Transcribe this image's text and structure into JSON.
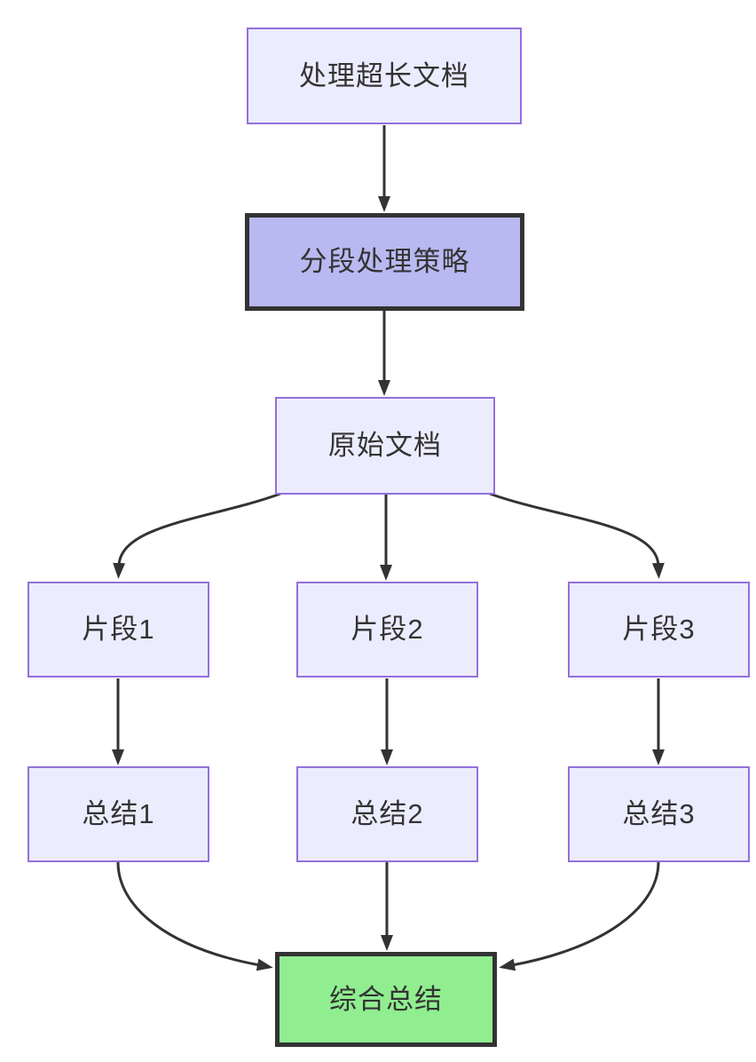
{
  "diagram": {
    "type": "flowchart",
    "direction": "top-down",
    "background": "#ffffff",
    "nodes": [
      {
        "id": "A",
        "label": "处理超长文档",
        "style": "default"
      },
      {
        "id": "B",
        "label": "分段处理策略",
        "style": "emphasis-purple"
      },
      {
        "id": "C",
        "label": "原始文档",
        "style": "default"
      },
      {
        "id": "D1",
        "label": "片段1",
        "style": "default"
      },
      {
        "id": "D2",
        "label": "片段2",
        "style": "default"
      },
      {
        "id": "D3",
        "label": "片段3",
        "style": "default"
      },
      {
        "id": "E1",
        "label": "总结1",
        "style": "default"
      },
      {
        "id": "E2",
        "label": "总结2",
        "style": "default"
      },
      {
        "id": "E3",
        "label": "总结3",
        "style": "default"
      },
      {
        "id": "F",
        "label": "综合总结",
        "style": "emphasis-green"
      }
    ],
    "edges": [
      {
        "from": "A",
        "to": "B"
      },
      {
        "from": "B",
        "to": "C"
      },
      {
        "from": "C",
        "to": "D1"
      },
      {
        "from": "C",
        "to": "D2"
      },
      {
        "from": "C",
        "to": "D3"
      },
      {
        "from": "D1",
        "to": "E1"
      },
      {
        "from": "D2",
        "to": "E2"
      },
      {
        "from": "D3",
        "to": "E3"
      },
      {
        "from": "E1",
        "to": "F"
      },
      {
        "from": "E2",
        "to": "F"
      },
      {
        "from": "E3",
        "to": "F"
      }
    ],
    "colors": {
      "default_fill": "#ECECFF",
      "default_border": "#9370DB",
      "emphasis_purple_fill": "#B9B9F2",
      "emphasis_green_fill": "#90EE90",
      "emphasis_border": "#333333",
      "edge_stroke": "#333333",
      "label_text": "#333333"
    }
  }
}
